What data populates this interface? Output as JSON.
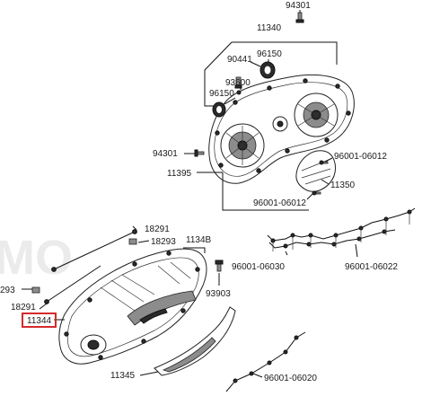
{
  "diagram": {
    "watermark": "MO",
    "highlight_color": "#d42a2a",
    "labels": {
      "p94301_top": "94301",
      "p11340": "11340",
      "p90441": "90441",
      "p96150_a": "96150",
      "p93600": "93600",
      "p96150_b": "96150",
      "p94301_mid": "94301",
      "p11395": "11395",
      "p96001_06012_a": "96001-06012",
      "p11350": "11350",
      "p96001_06012_b": "96001-06012",
      "p18291_a": "18291",
      "p1134b": "1134B",
      "p18293_a": "18293",
      "p18293_b": "293",
      "p93903": "93903",
      "p18291_b": "18291",
      "p11344": "11344",
      "p96001_06030": "96001-06030",
      "p96001_06022": "96001-06022",
      "p11345": "11345",
      "p96001_06020": "96001-06020"
    }
  }
}
